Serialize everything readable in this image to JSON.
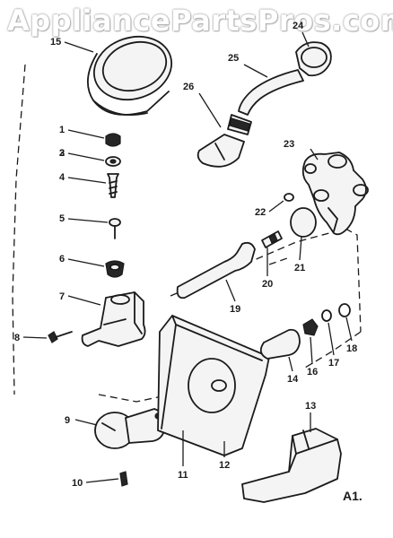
{
  "watermark": "AppliancePartsPros.com",
  "figure_id": "A1.",
  "part_numbers": [
    "1",
    "2",
    "3",
    "4",
    "5",
    "6",
    "7",
    "8",
    "9",
    "10",
    "11",
    "12",
    "13",
    "14",
    "15",
    "16",
    "17",
    "18",
    "19",
    "20",
    "21",
    "22",
    "23",
    "24",
    "25",
    "26"
  ]
}
